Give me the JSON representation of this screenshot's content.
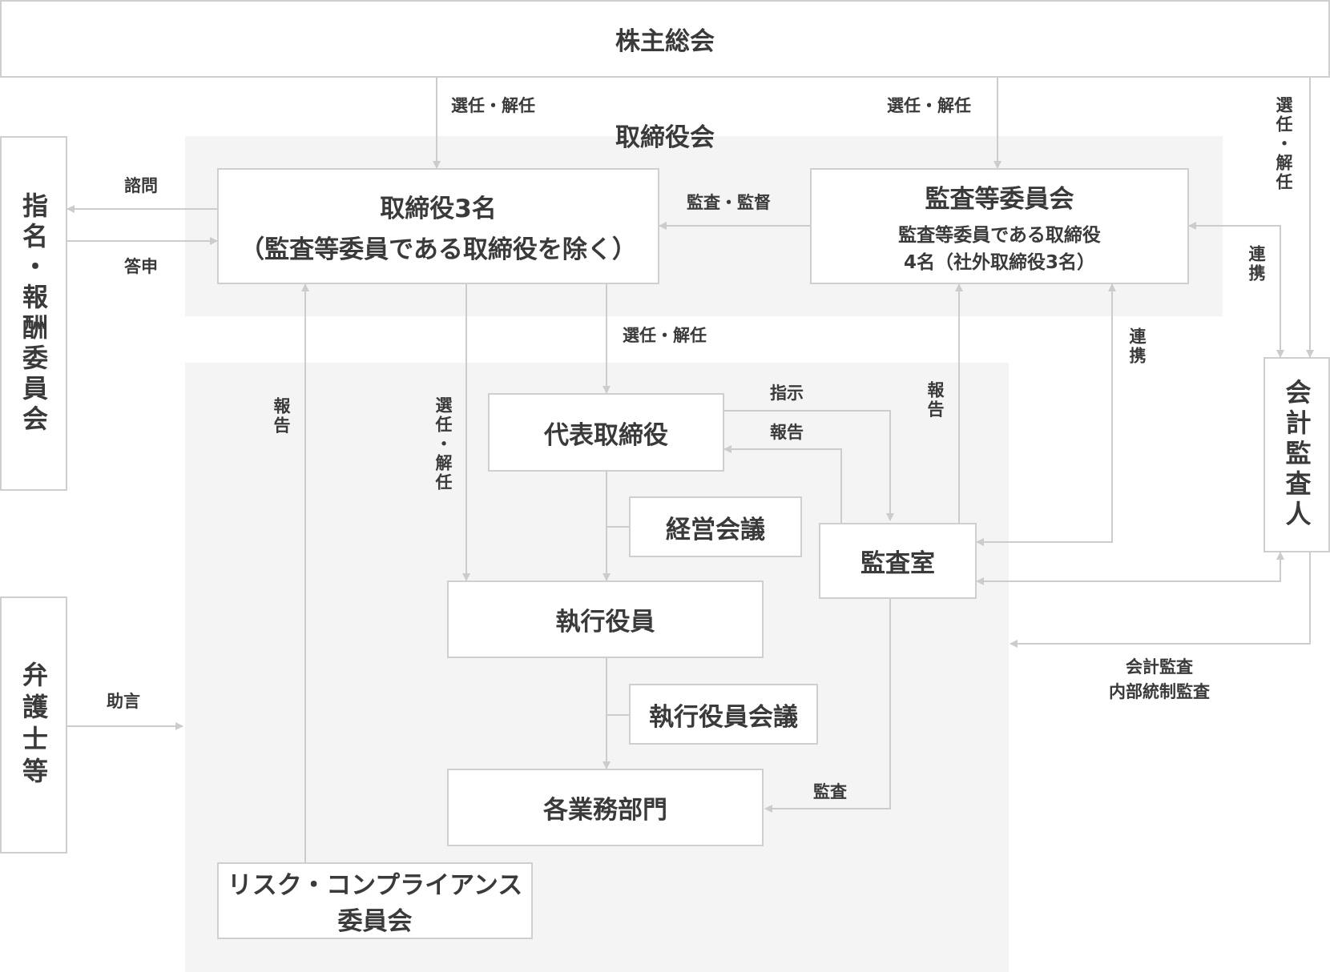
{
  "nodes": {
    "shareholders": "株主総会",
    "board_title": "取締役会",
    "directors_line1": "取締役3名",
    "directors_line2": "（監査等委員である取締役を除く）",
    "audit_committee_title": "監査等委員会",
    "audit_committee_line1": "監査等委員である取締役",
    "audit_committee_line2": "4名（社外取締役3名）",
    "nomination": "指名・報酬委員会",
    "lawyers": "弁護士等",
    "accounting_auditor": "会計監査人",
    "representative": "代表取締役",
    "management_meeting": "経営会議",
    "audit_office": "監査室",
    "executive_officers": "執行役員",
    "exec_meeting": "執行役員会議",
    "departments": "各業務部門",
    "risk_line1": "リスク・コンプライアンス",
    "risk_line2": "委員会"
  },
  "labels": {
    "elect_dismiss": "選任・解任",
    "consult": "諮問",
    "answer": "答申",
    "audit_supervise": "監査・監督",
    "report": "報告",
    "instruct": "指示",
    "cooperate": "連携",
    "audit": "監査",
    "advice": "助言",
    "acct_audit_line1": "会計監査",
    "acct_audit_line2": "内部統制監査"
  },
  "colors": {
    "line": "#cccccc",
    "box_border": "#cfcfcf",
    "region_bg": "#f4f4f4",
    "text": "#3a3a3a"
  }
}
